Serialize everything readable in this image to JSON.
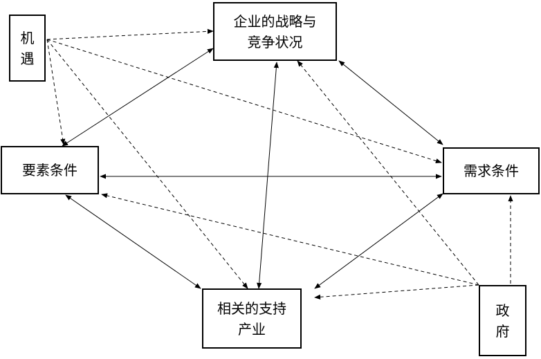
{
  "nodes": {
    "chance": {
      "lines": [
        "机",
        "遇"
      ]
    },
    "strategy": {
      "lines": [
        "企业的战略与",
        "竞争状况"
      ]
    },
    "factor": {
      "lines": [
        "要素条件"
      ]
    },
    "demand": {
      "lines": [
        "需求条件"
      ]
    },
    "industry": {
      "lines": [
        "相关的支持",
        "产业"
      ]
    },
    "government": {
      "lines": [
        "政",
        "府"
      ]
    }
  },
  "edges": [
    {
      "from": "strategy",
      "to": "factor",
      "style": "solid",
      "direction": "both"
    },
    {
      "from": "strategy",
      "to": "demand",
      "style": "solid",
      "direction": "both"
    },
    {
      "from": "strategy",
      "to": "industry",
      "style": "solid",
      "direction": "both"
    },
    {
      "from": "factor",
      "to": "demand",
      "style": "solid",
      "direction": "both"
    },
    {
      "from": "factor",
      "to": "industry",
      "style": "solid",
      "direction": "both"
    },
    {
      "from": "demand",
      "to": "industry",
      "style": "solid",
      "direction": "both"
    },
    {
      "from": "chance",
      "to": "strategy",
      "style": "dashed",
      "direction": "forward"
    },
    {
      "from": "chance",
      "to": "factor",
      "style": "dashed",
      "direction": "forward"
    },
    {
      "from": "chance",
      "to": "demand",
      "style": "dashed",
      "direction": "forward"
    },
    {
      "from": "chance",
      "to": "industry",
      "style": "dashed",
      "direction": "forward"
    },
    {
      "from": "government",
      "to": "strategy",
      "style": "dashed",
      "direction": "forward"
    },
    {
      "from": "government",
      "to": "factor",
      "style": "dashed",
      "direction": "forward"
    },
    {
      "from": "government",
      "to": "demand",
      "style": "dashed",
      "direction": "forward"
    },
    {
      "from": "government",
      "to": "industry",
      "style": "dashed",
      "direction": "forward"
    }
  ]
}
